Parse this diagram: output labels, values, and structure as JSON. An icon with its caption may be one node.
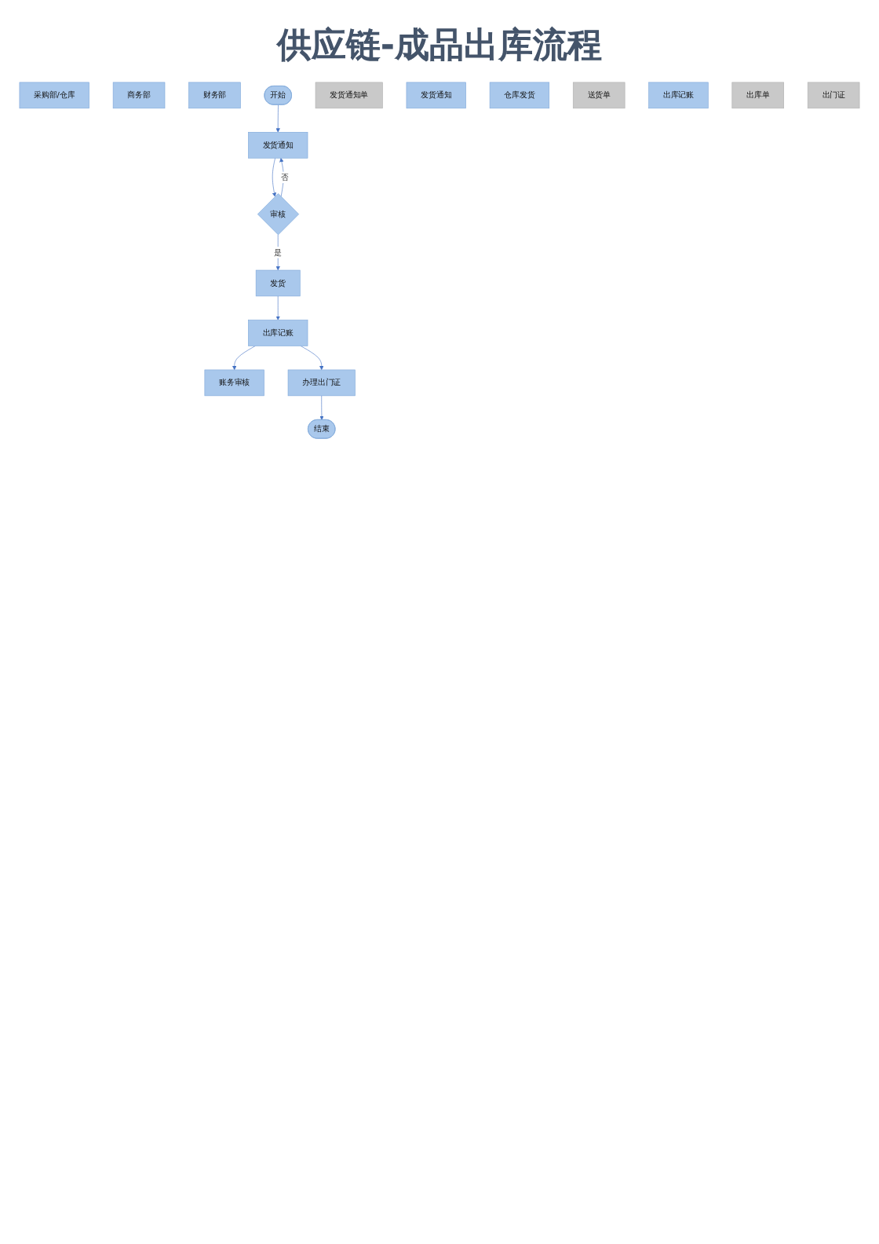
{
  "diagram": {
    "title": "供应链-成品出库流程",
    "nodes": [
      {
        "text": [
          "采购部/仓库"
        ]
      },
      {
        "text": [
          "商务部"
        ]
      },
      {
        "text": [
          "财务部"
        ]
      },
      {
        "text": [
          "开始"
        ]
      },
      {
        "text": [
          "发货通知单"
        ]
      },
      {
        "text": [
          "发货通知"
        ]
      },
      {
        "text": [
          "发货通知"
        ]
      },
      {
        "text": [
          "审核"
        ]
      },
      {
        "text": [
          "仓库发货"
        ]
      },
      {
        "text": [
          "送货单"
        ]
      },
      {
        "text": [
          "发货"
        ]
      },
      {
        "text": [
          "出库记账"
        ]
      },
      {
        "text": [
          "出库单"
        ]
      },
      {
        "text": [
          "出库记账"
        ]
      },
      {
        "text": [
          "账务审核"
        ]
      },
      {
        "text": [
          "出门证"
        ]
      },
      {
        "text": [
          "办理出门证"
        ]
      },
      {
        "text": [
          "结束"
        ]
      }
    ],
    "edges": [
      {
        "from": 3,
        "to": 6,
        "arrow": "to"
      },
      {
        "from": 6,
        "to": 7,
        "arrow": "to"
      },
      {
        "from": 7,
        "to": 6,
        "arrow": "to",
        "label": "否"
      },
      {
        "from": 7,
        "to": 10,
        "arrow": "to",
        "label": "是"
      },
      {
        "from": 10,
        "to": 13,
        "arrow": "to"
      },
      {
        "from": 13,
        "to": 14,
        "arrow": "to"
      },
      {
        "from": 13,
        "to": 16,
        "arrow": "to"
      },
      {
        "from": 16,
        "to": 17,
        "arrow": "to"
      }
    ]
  }
}
